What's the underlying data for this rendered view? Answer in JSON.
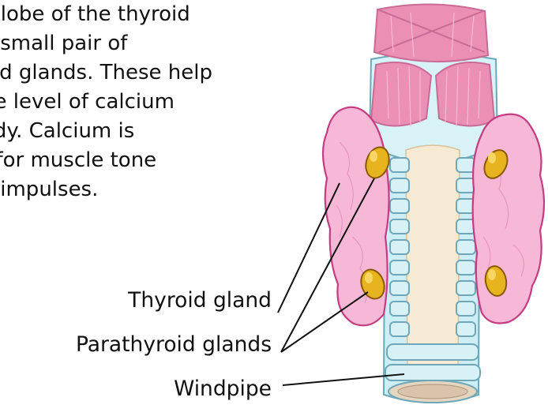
{
  "description_lines": [
    "n lobe of the thyroid",
    "a small pair of",
    "oid glands. These help",
    "he level of calcium",
    "ody. Calcium is",
    "t for muscle tone",
    "e impulses."
  ],
  "labels": {
    "thyroid": "Thyroid gland",
    "parathyroid": "Parathyroid glands",
    "windpipe": "Windpipe"
  },
  "colors": {
    "muscle": "#eb8fb5",
    "thyroid": "#f6b8d6",
    "thyroid_outline": "#c43c82",
    "parathyroid": "#e7b31f",
    "parathyroid_outline": "#8c5a00",
    "cartilage": "#cdeef4",
    "cartilage_outline": "#6fa7b8",
    "membrane": "#f7ead2"
  }
}
